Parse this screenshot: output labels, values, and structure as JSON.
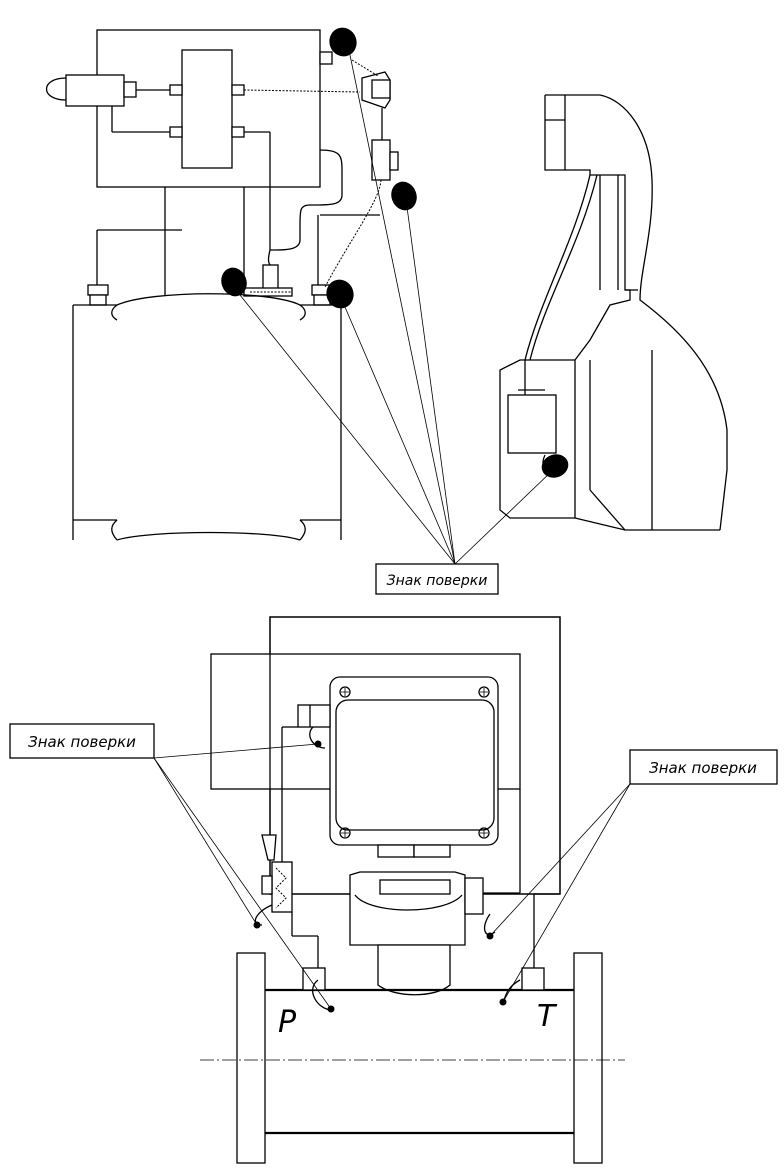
{
  "labels": {
    "seal_mark": "Знак поверки",
    "port_p": "P",
    "port_t": "T"
  },
  "colors": {
    "line": "#000000",
    "background": "#ffffff"
  }
}
